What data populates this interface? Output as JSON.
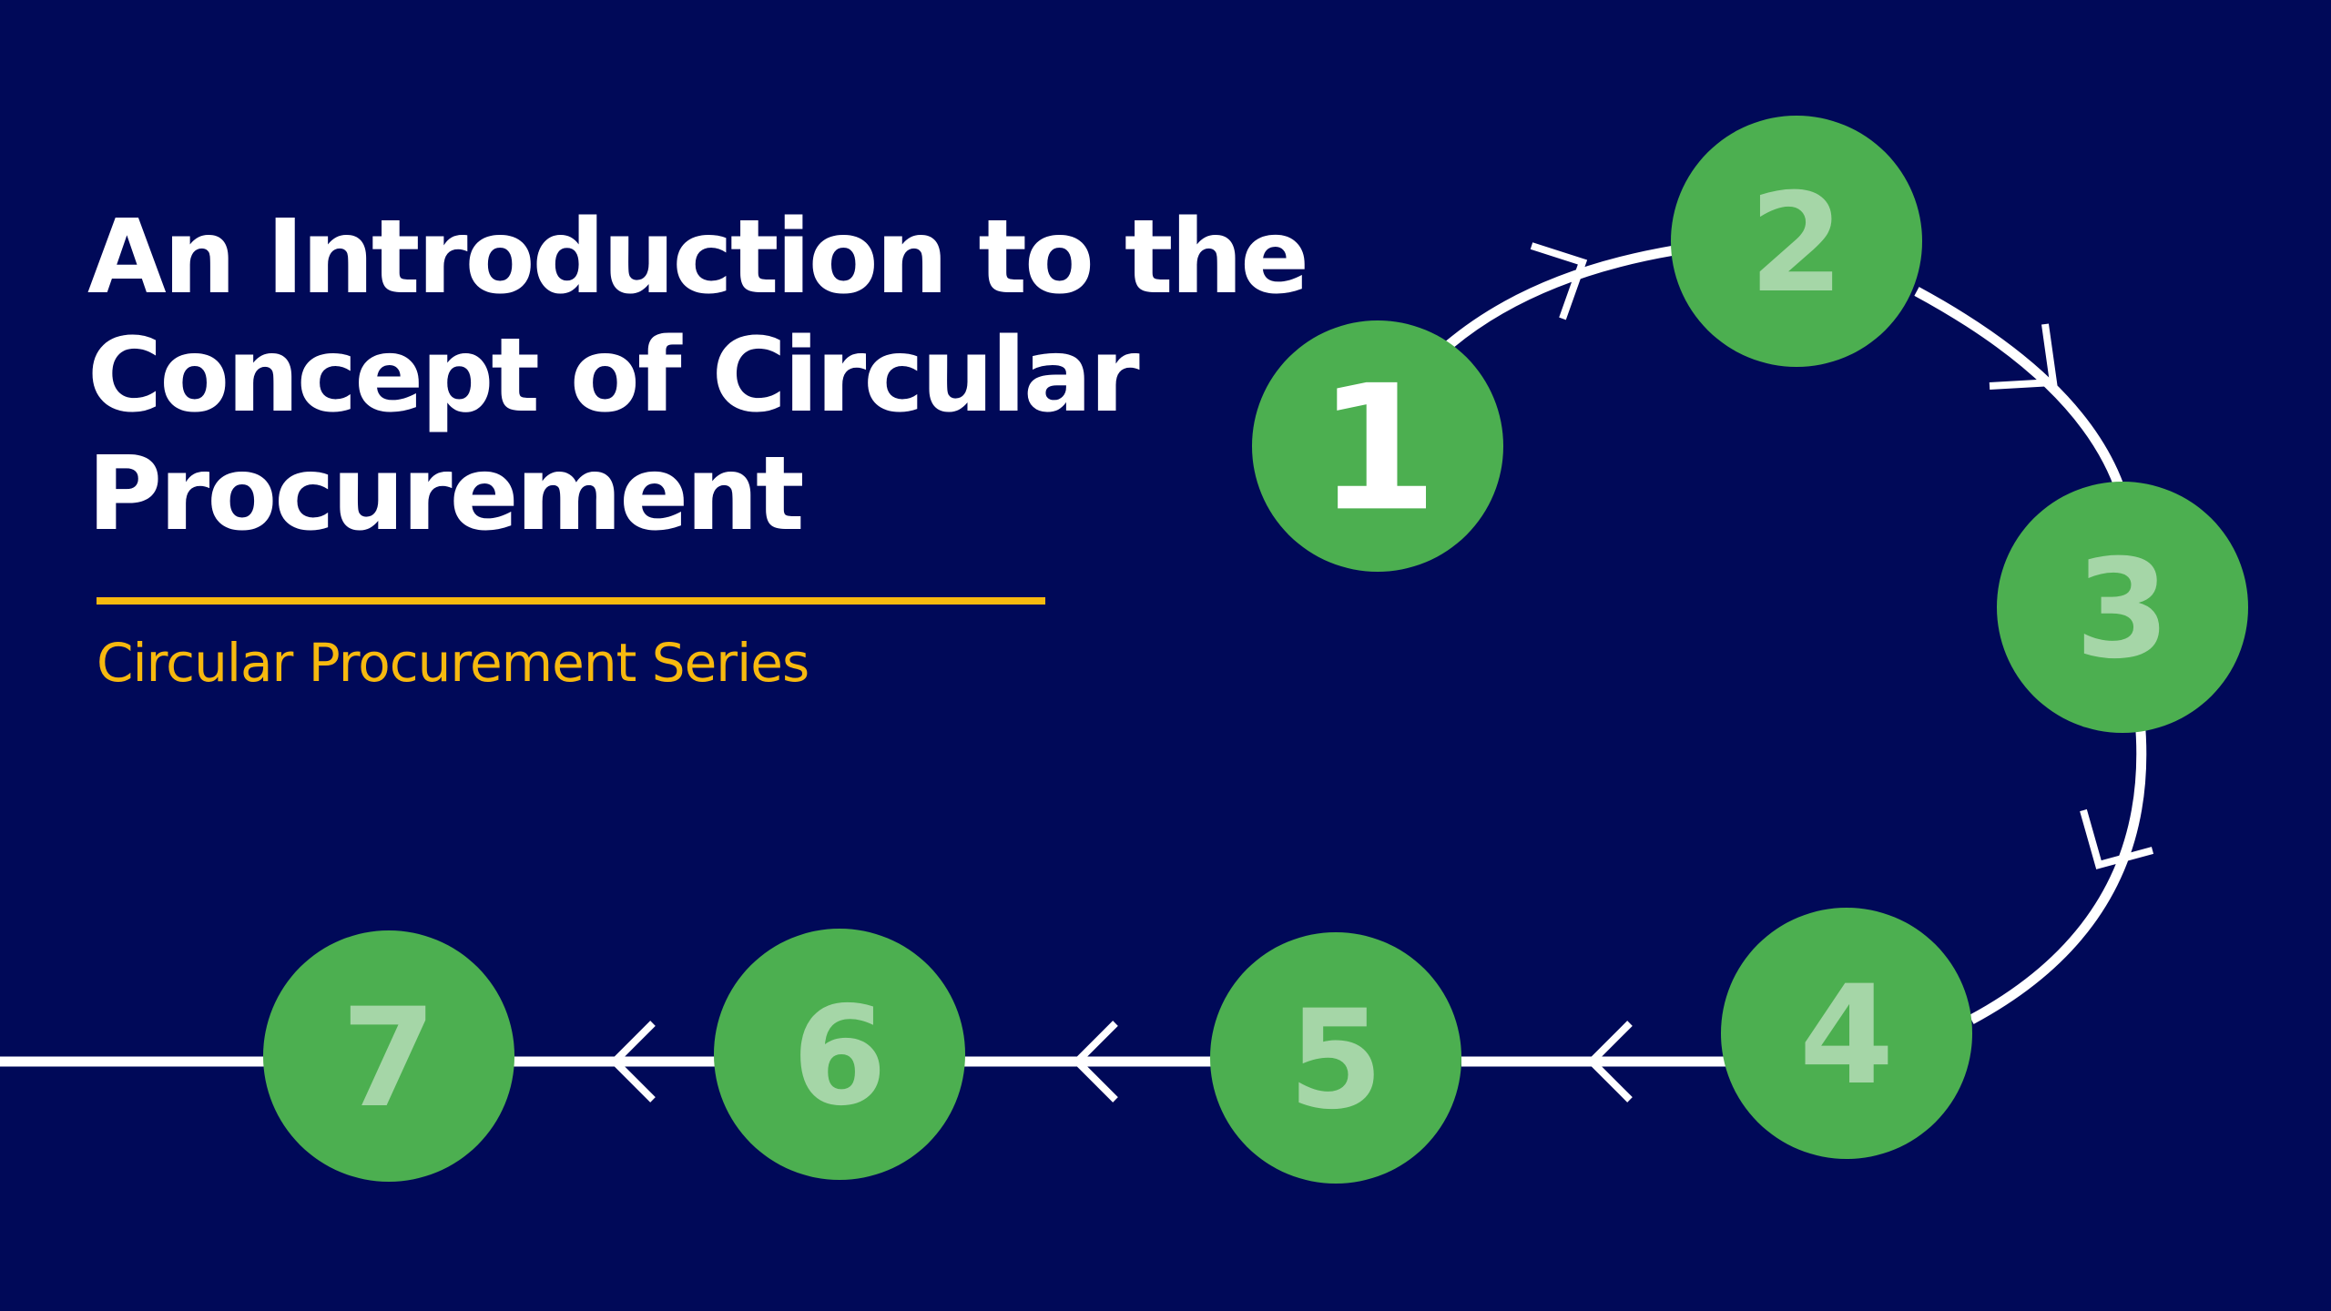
{
  "slide": {
    "title_lines": [
      "An Introduction to the",
      "Concept of Circular",
      "Procurement"
    ],
    "subtitle": "Circular Procurement Series"
  },
  "colors": {
    "background": "#000958",
    "accent": "#f7b90f",
    "node_fill": "#4caf50",
    "active_number": "#ffffff",
    "inactive_number": "#a5d6a7",
    "connector": "#ffffff"
  },
  "steps": [
    {
      "label": "1",
      "active": true
    },
    {
      "label": "2",
      "active": false
    },
    {
      "label": "3",
      "active": false
    },
    {
      "label": "4",
      "active": false
    },
    {
      "label": "5",
      "active": false
    },
    {
      "label": "6",
      "active": false
    },
    {
      "label": "7",
      "active": false
    }
  ]
}
